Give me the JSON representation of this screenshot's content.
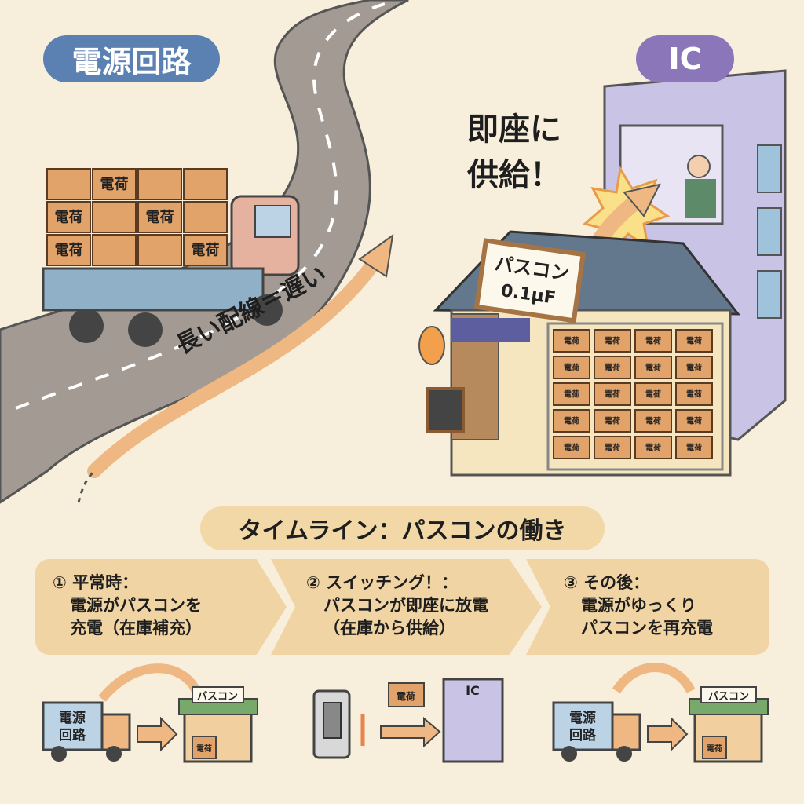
{
  "badges": {
    "power_circuit": "電源回路",
    "ic": "IC"
  },
  "road_caption": "長い配線＝遅い",
  "instant_supply": [
    "即座に",
    "供給！"
  ],
  "shop_sign": {
    "name": "パスコン",
    "value": "0.1μF"
  },
  "box_label": "電荷",
  "timeline": {
    "title": "タイムライン：パスコンの働き",
    "steps": [
      {
        "heading": "① 平常時：",
        "line1": "電源がパスコンを",
        "line2": "充電（在庫補充）"
      },
      {
        "heading": "② スイッチング！：",
        "line1": "パスコンが即座に放電",
        "line2": "（在庫から供給）"
      },
      {
        "heading": "③ その後：",
        "line1": "電源がゆっくり",
        "line2": "パスコンを再充電"
      }
    ]
  },
  "mini": {
    "truck_label": [
      "電源",
      "回路"
    ],
    "shop_label": "パスコン",
    "ic_label": "IC",
    "box": "電荷"
  },
  "colors": {
    "background": "#f7eedb",
    "power_badge": "#5b80b2",
    "ic_badge": "#8a76b9",
    "road": "#a39b93",
    "box": "#e2a36a",
    "step": "#f1d4a4",
    "building": "#c9c3e6"
  }
}
